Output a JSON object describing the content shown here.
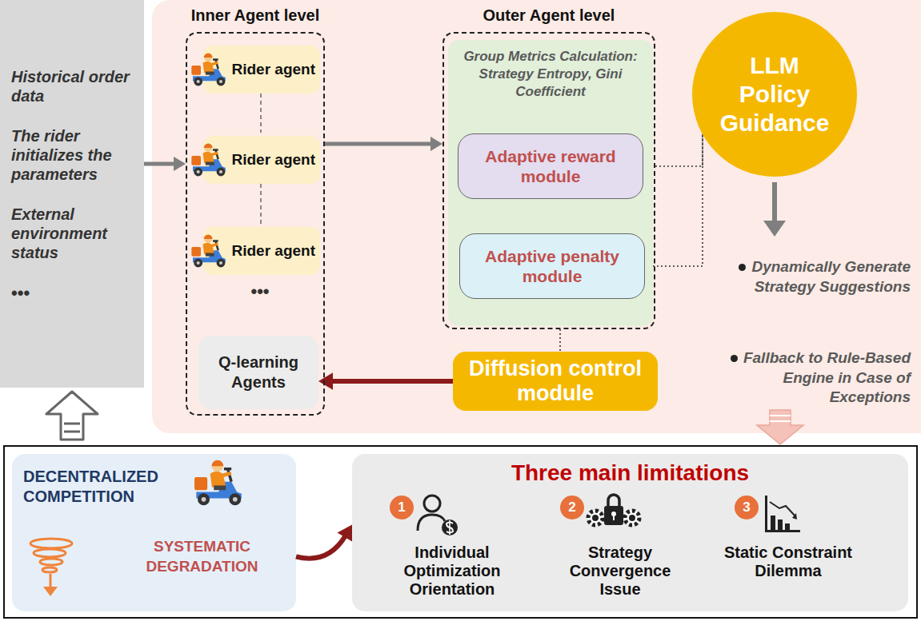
{
  "diagram": {
    "nodes": [
      {
        "text": [
          "Historical order data",
          "The rider initializes the parameters",
          "External environment status",
          "•••"
        ]
      },
      {
        "text": [
          "Inner Agent level"
        ]
      },
      {
        "text": [
          "Rider agent"
        ],
        "in": 1
      },
      {
        "text": [
          "Rider agent"
        ],
        "in": 1
      },
      {
        "text": [
          "Rider agent"
        ],
        "in": 1
      },
      {
        "text": [
          "Q-learning Agents"
        ],
        "in": 1
      },
      {
        "text": [
          "Outer Agent level"
        ]
      },
      {
        "text": [
          "Group Metrics Calculation: Strategy Entropy, Gini Coefficient"
        ],
        "in": 6
      },
      {
        "text": [
          "Adaptive reward module"
        ],
        "in": 7
      },
      {
        "text": [
          "Adaptive penalty module"
        ],
        "in": 7
      },
      {
        "text": [
          "LLM Policy Guidance"
        ]
      },
      {
        "text": [
          "Diffusion control module"
        ]
      },
      {
        "text": [
          "DECENTRALIZED COMPETITION",
          "SYSTEMATIC DEGRADATION"
        ]
      },
      {
        "text": [
          "Three main limitations"
        ]
      },
      {
        "text": [
          "1"
        ],
        "in": 13
      },
      {
        "text": [
          "2"
        ],
        "in": 13
      },
      {
        "text": [
          "3"
        ],
        "in": 13
      }
    ],
    "edges": [
      {
        "from": 0,
        "to": 1,
        "arrow": "to"
      },
      {
        "from": 1,
        "to": 6,
        "arrow": "to"
      },
      {
        "from": 8,
        "to": 10,
        "arrow": "none"
      },
      {
        "from": 9,
        "to": 10,
        "arrow": "none"
      },
      {
        "from": 6,
        "to": 11,
        "arrow": "none"
      },
      {
        "from": 11,
        "to": 5,
        "arrow": "to"
      },
      {
        "from": 12,
        "to": 13,
        "arrow": "to"
      }
    ],
    "labels": [
      "•••",
      "Dynamically Generate Strategy Suggestions",
      "Fallback to Rule-Based Engine in Case of Exceptions",
      "Individual Optimization Orientation",
      "Strategy Convergence Issue",
      "Static Constraint Dilemma"
    ]
  }
}
